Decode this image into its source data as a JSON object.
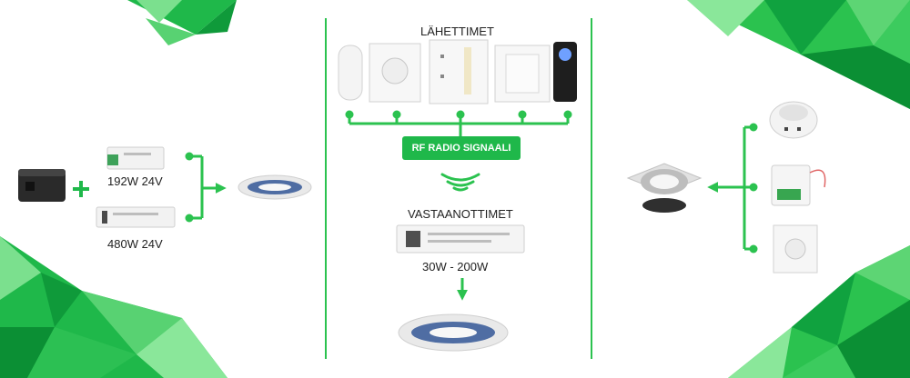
{
  "colors": {
    "accent": "#1fb84a",
    "line": "#2bc24f",
    "text": "#222222"
  },
  "left_section": {
    "supply_top_label": "192W 24V",
    "supply_bottom_label": "480W 24V"
  },
  "center_section": {
    "transmitters_title": "LÄHETTIMET",
    "signal_badge": "RF RADIO SIGNAALI",
    "receivers_title": "VASTAANOTTIMET",
    "receiver_range": "30W - 200W"
  },
  "icons": [
    "plus-icon",
    "arrow-right-icon",
    "arrow-left-icon",
    "arrow-down-icon",
    "wifi-signal-icon"
  ]
}
